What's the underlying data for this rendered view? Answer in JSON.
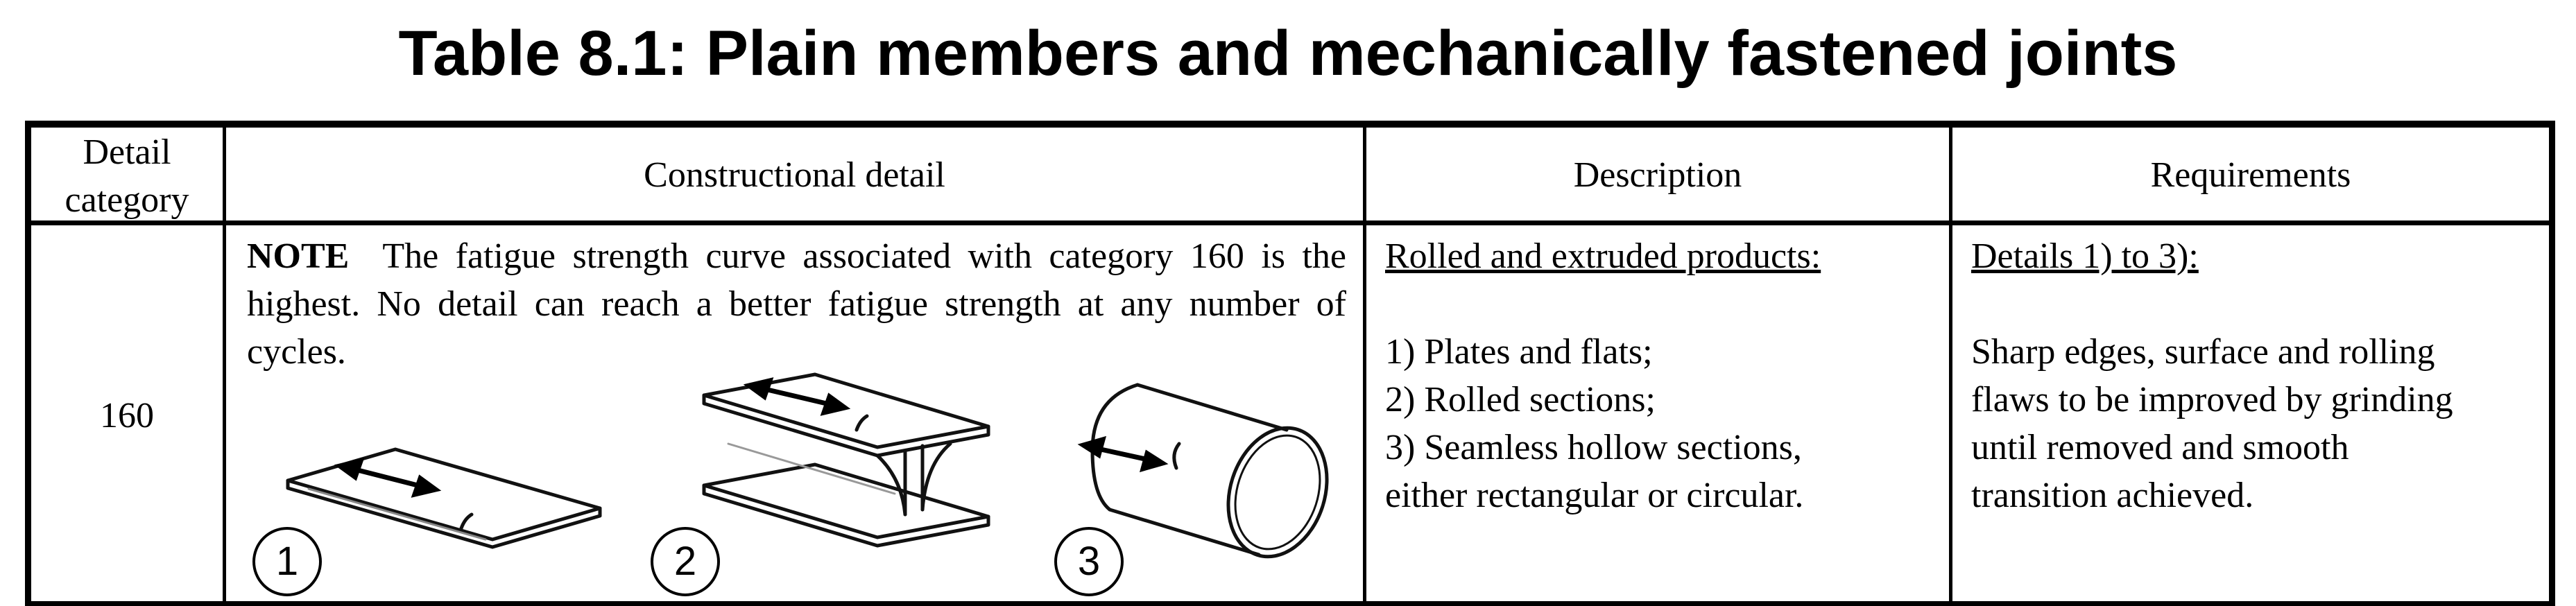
{
  "title": "Table 8.1: Plain members and mechanically fastened joints",
  "table": {
    "headers": {
      "detail_category_line1": "Detail",
      "detail_category_line2": "category",
      "constructional_detail": "Constructional detail",
      "description": "Description",
      "requirements": "Requirements"
    },
    "row1": {
      "category": "160",
      "note_label": "NOTE",
      "note_text": "The fatigue strength curve associated with category 160 is the highest. No detail can reach a better fatigue strength at any number of cycles.",
      "figure_labels": [
        "1",
        "2",
        "3"
      ],
      "description_heading": "Rolled and extruded products:",
      "description_items": [
        "1) Plates and flats;",
        "2) Rolled sections;",
        "3) Seamless hollow sections,",
        "either rectangular or circular."
      ],
      "requirements_heading": "Details 1) to 3):",
      "requirements_lines": [
        "Sharp edges, surface and rolling",
        "flaws to be improved by grinding",
        "until removed and smooth",
        "transition achieved."
      ]
    }
  }
}
